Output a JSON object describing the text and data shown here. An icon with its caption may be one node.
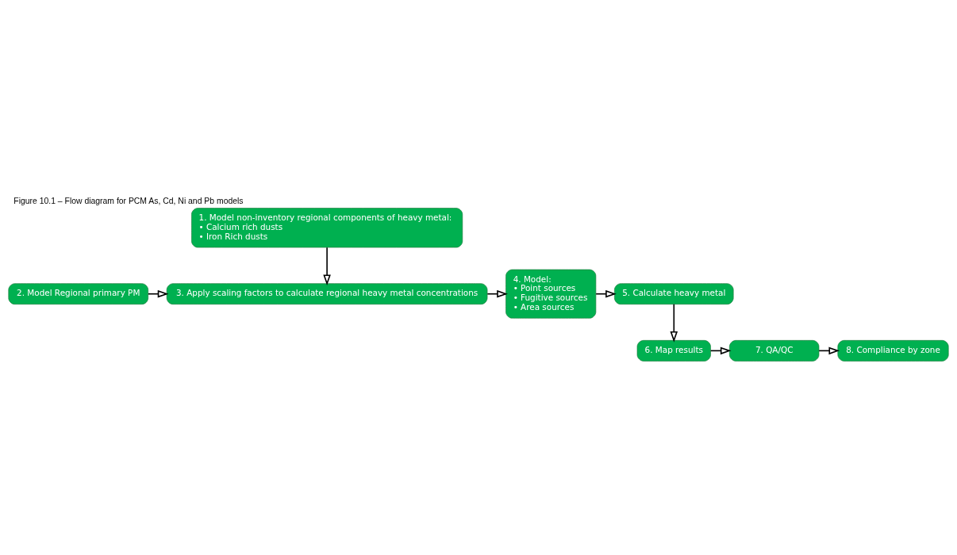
{
  "diagram": {
    "title": "Figure 10.1 – Flow diagram for PCM As, Cd, Ni and Pb models",
    "nodes": [
      {
        "text": [
          "1. Model non-inventory regional components of heavy metal:",
          "• Calcium rich dusts",
          "• Iron Rich dusts"
        ]
      },
      {
        "text": [
          "2. Model Regional primary PM"
        ]
      },
      {
        "text": [
          "3. Apply scaling factors to calculate regional heavy metal concentrations"
        ]
      },
      {
        "text": [
          "4. Model:",
          "• Point sources",
          "• Fugitive sources",
          "• Area sources"
        ]
      },
      {
        "text": [
          "5. Calculate heavy metal"
        ]
      },
      {
        "text": [
          "6. Map results"
        ]
      },
      {
        "text": [
          "7. QA/QC"
        ]
      },
      {
        "text": [
          "8. Compliance by zone"
        ]
      }
    ],
    "edges": [
      {
        "from": 0,
        "to": 2,
        "arrow": "to"
      },
      {
        "from": 1,
        "to": 2,
        "arrow": "to"
      },
      {
        "from": 2,
        "to": 3,
        "arrow": "to"
      },
      {
        "from": 3,
        "to": 4,
        "arrow": "to"
      },
      {
        "from": 4,
        "to": 5,
        "arrow": "to"
      },
      {
        "from": 5,
        "to": 6,
        "arrow": "to"
      },
      {
        "from": 6,
        "to": 7,
        "arrow": "to"
      }
    ]
  }
}
